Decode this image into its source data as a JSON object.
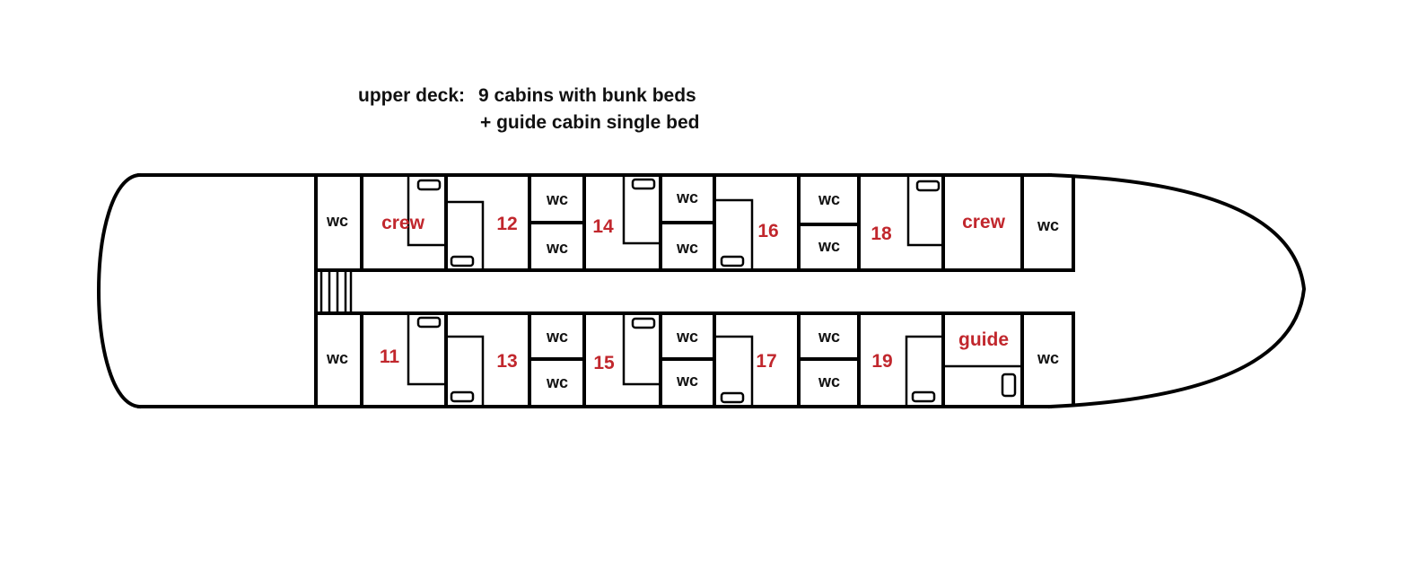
{
  "header": {
    "deck_label": "upper deck:",
    "line1": "9 cabins with bunk beds",
    "line2": "+ guide cabin single bed"
  },
  "colors": {
    "outline": "#000000",
    "cabin_label": "#c1272d",
    "wc_label": "#111111"
  },
  "cabins": {
    "c11": "11",
    "c12": "12",
    "c13": "13",
    "c14": "14",
    "c15": "15",
    "c16": "16",
    "c17": "17",
    "c18": "18",
    "c19": "19",
    "crew_left": "crew",
    "crew_right": "crew",
    "guide": "guide"
  },
  "wc_label": "wc"
}
